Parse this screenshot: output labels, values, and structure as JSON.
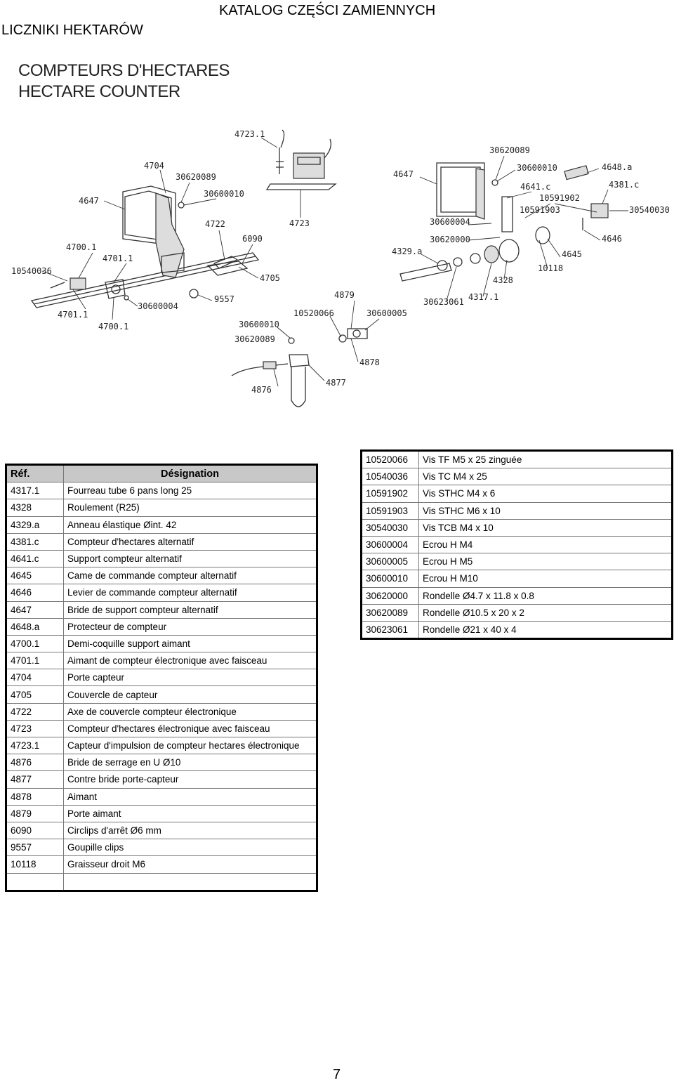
{
  "header": {
    "catalog_title": "KATALOG CZĘŚCI ZAMIENNYCH",
    "section_title": "LICZNIKI HEKTARÓW"
  },
  "figure": {
    "title_fr": "COMPTEURS D'HECTARES",
    "title_en": "HECTARE COUNTER",
    "callouts": [
      "4723.1",
      "4704",
      "30620089",
      "30600010",
      "4647",
      "4722",
      "6090",
      "4723",
      "4700.1",
      "4701.1",
      "10540036",
      "4701.1",
      "4700.1",
      "30600004",
      "4705",
      "9557",
      "30600010",
      "30620089",
      "10520066",
      "4879",
      "30600005",
      "4878",
      "4876",
      "4877",
      "30620089",
      "30600010",
      "4648.a",
      "4647",
      "4641.c",
      "4381.c",
      "10591902",
      "10591903",
      "30540030",
      "30600004",
      "30620000",
      "4646",
      "4329.a",
      "4645",
      "10118",
      "4328",
      "30623061",
      "4317.1"
    ]
  },
  "table_left": {
    "headers": [
      "Réf.",
      "Désignation"
    ],
    "rows": [
      [
        "4317.1",
        "Fourreau tube 6 pans long 25"
      ],
      [
        "4328",
        "Roulement (R25)"
      ],
      [
        "4329.a",
        "Anneau élastique Øint. 42"
      ],
      [
        "4381.c",
        "Compteur d'hectares alternatif"
      ],
      [
        "4641.c",
        "Support compteur alternatif"
      ],
      [
        "4645",
        "Came de commande compteur alternatif"
      ],
      [
        "4646",
        "Levier de commande compteur alternatif"
      ],
      [
        "4647",
        "Bride de support compteur alternatif"
      ],
      [
        "4648.a",
        "Protecteur de compteur"
      ],
      [
        "4700.1",
        "Demi-coquille support aimant"
      ],
      [
        "4701.1",
        "Aimant de compteur électronique avec faisceau"
      ],
      [
        "4704",
        "Porte capteur"
      ],
      [
        "4705",
        "Couvercle de capteur"
      ],
      [
        "4722",
        "Axe de couvercle compteur électronique"
      ],
      [
        "4723",
        "Compteur d'hectares électronique avec faisceau"
      ],
      [
        "4723.1",
        "Capteur d'impulsion de compteur hectares électronique"
      ],
      [
        "4876",
        "Bride de serrage en U Ø10"
      ],
      [
        "4877",
        "Contre bride porte-capteur"
      ],
      [
        "4878",
        "Aimant"
      ],
      [
        "4879",
        "Porte aimant"
      ],
      [
        "6090",
        "Circlips d'arrêt Ø6 mm"
      ],
      [
        "9557",
        "Goupille clips"
      ],
      [
        "10118",
        "Graisseur droit M6"
      ],
      [
        "",
        ""
      ]
    ]
  },
  "table_right": {
    "rows": [
      [
        "10520066",
        "Vis TF M5 x 25 zinguée"
      ],
      [
        "10540036",
        "Vis TC M4 x 25"
      ],
      [
        "10591902",
        "Vis STHC M4 x 6"
      ],
      [
        "10591903",
        "Vis STHC M6 x 10"
      ],
      [
        "30540030",
        "Vis TCB M4 x 10"
      ],
      [
        "30600004",
        "Ecrou H M4"
      ],
      [
        "30600005",
        "Ecrou H M5"
      ],
      [
        "30600010",
        "Ecrou H M10"
      ],
      [
        "30620000",
        "Rondelle Ø4.7 x 11.8 x 0.8"
      ],
      [
        "30620089",
        "Rondelle Ø10.5 x 20 x 2"
      ],
      [
        "30623061",
        "Rondelle Ø21 x 40 x 4"
      ]
    ]
  },
  "footer": {
    "page_number": "7"
  }
}
